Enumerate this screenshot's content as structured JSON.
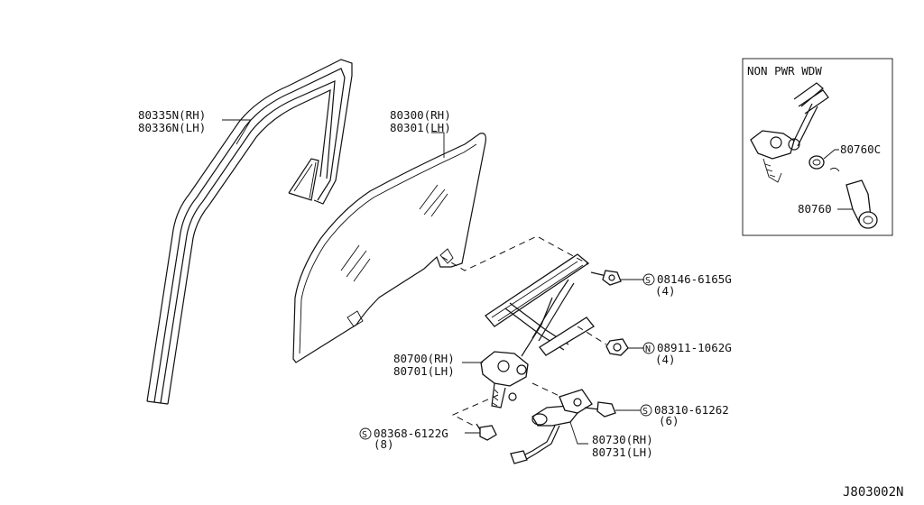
{
  "diagram": {
    "labels": {
      "run_channel_rh": "80335N(RH)",
      "run_channel_lh": "80336N(LH)",
      "glass_rh": "80300(RH)",
      "glass_lh": "80301(LH)",
      "regulator_rh": "80700(RH)",
      "regulator_lh": "80701(LH)",
      "motor_rh": "80730(RH)",
      "motor_lh": "80731(LH)",
      "bolt_1_part": "08146-6165G",
      "bolt_1_qty": "(4)",
      "bolt_1_symbol": "S",
      "nut_part": "08911-1062G",
      "nut_qty": "(4)",
      "nut_symbol": "N",
      "screw_1_part": "08310-61262",
      "screw_1_qty": "(6)",
      "screw_1_symbol": "S",
      "screw_2_part": "08368-6122G",
      "screw_2_qty": "(8)",
      "screw_2_symbol": "S",
      "diagram_code": "J803002N"
    },
    "inset": {
      "title": "NON PWR WDW",
      "escutcheon": "80760C",
      "handle": "80760"
    }
  }
}
